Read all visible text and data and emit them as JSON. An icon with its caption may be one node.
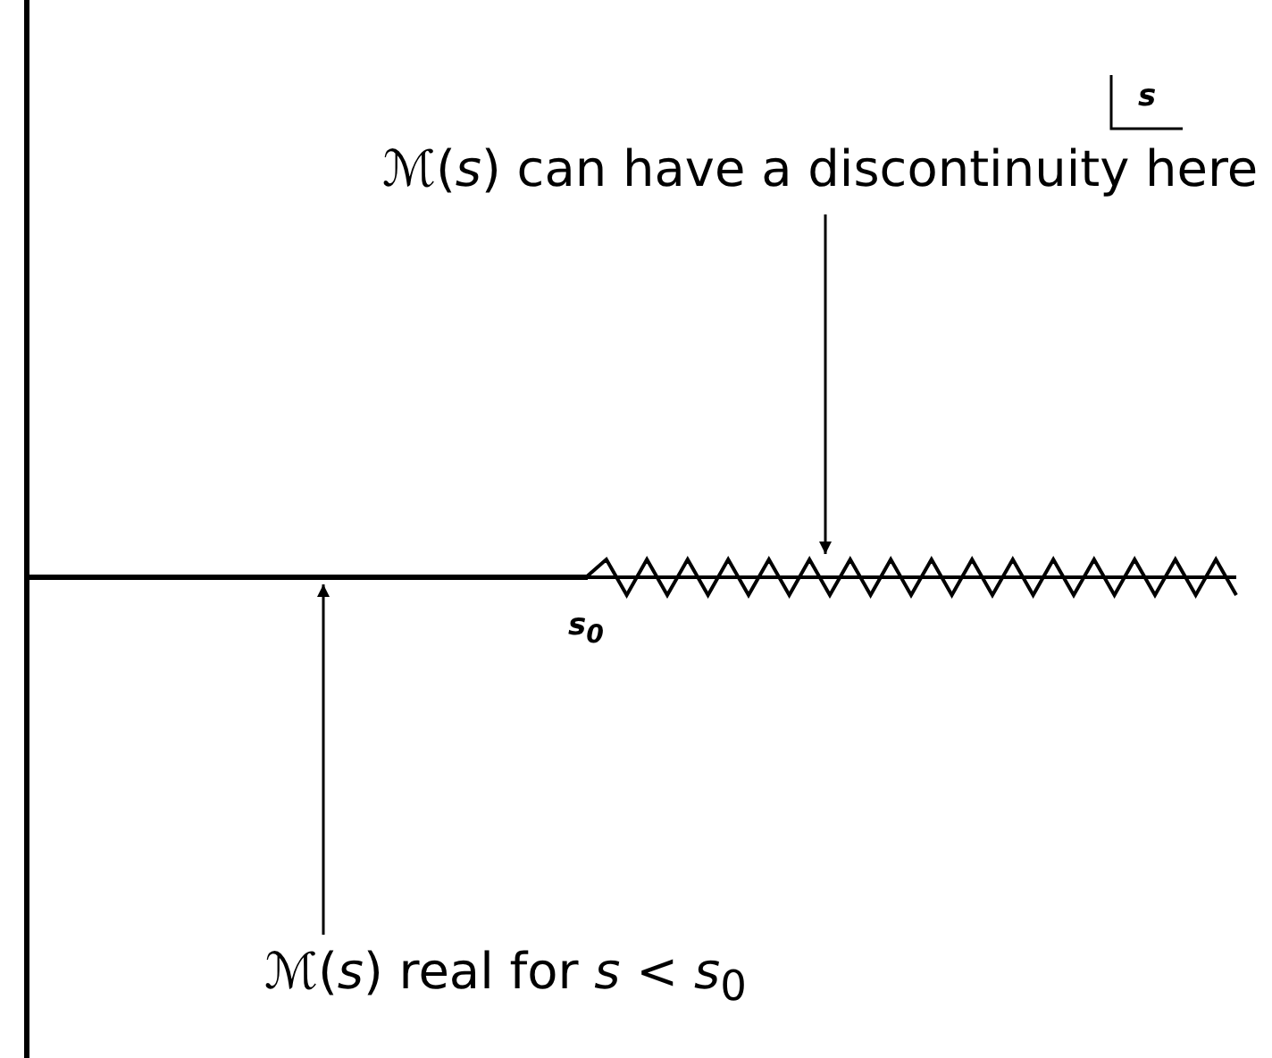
{
  "diagram": {
    "nodes": [
      {
        "text": [
          "ℳ(*s*) can have a discontinuity here"
        ]
      },
      {
        "text": [],
        "shape": "zigzag"
      },
      {
        "text": [
          "ℳ(*s*) real for *s* < *s*$_{0}$"
        ]
      },
      {
        "text": [],
        "shape": "line"
      }
    ],
    "edges": [
      {
        "from": 0,
        "to": 1,
        "arrow": "to"
      },
      {
        "from": 2,
        "to": 3,
        "arrow": "to"
      }
    ],
    "labels": [
      "s",
      "s$_{0}$"
    ]
  }
}
